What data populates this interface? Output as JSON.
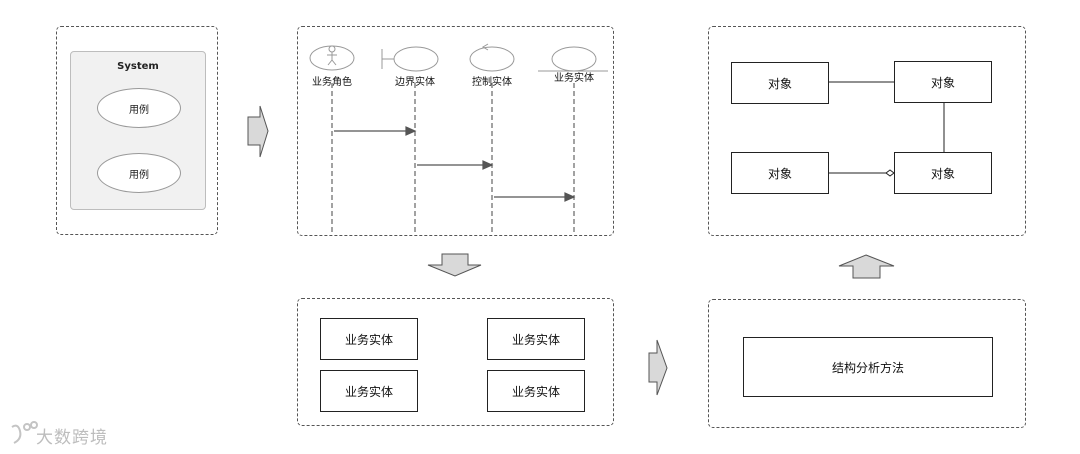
{
  "usecase_panel": {
    "system_label": "System",
    "usecases": [
      "用例",
      "用例"
    ]
  },
  "sequence_panel": {
    "lifelines": [
      "业务角色",
      "边界实体",
      "控制实体",
      "业务实体"
    ]
  },
  "entities_panel": {
    "entities": [
      "业务实体",
      "业务实体",
      "业务实体",
      "业务实体"
    ]
  },
  "objects_panel": {
    "objects": [
      "对象",
      "对象",
      "对象",
      "对象"
    ]
  },
  "method_panel": {
    "label": "结构分析方法"
  },
  "watermark": {
    "text": "大数跨境"
  },
  "colors": {
    "border": "#555555",
    "arrow_fill": "#d9d9d9",
    "system_bg": "#f1f1f1"
  }
}
